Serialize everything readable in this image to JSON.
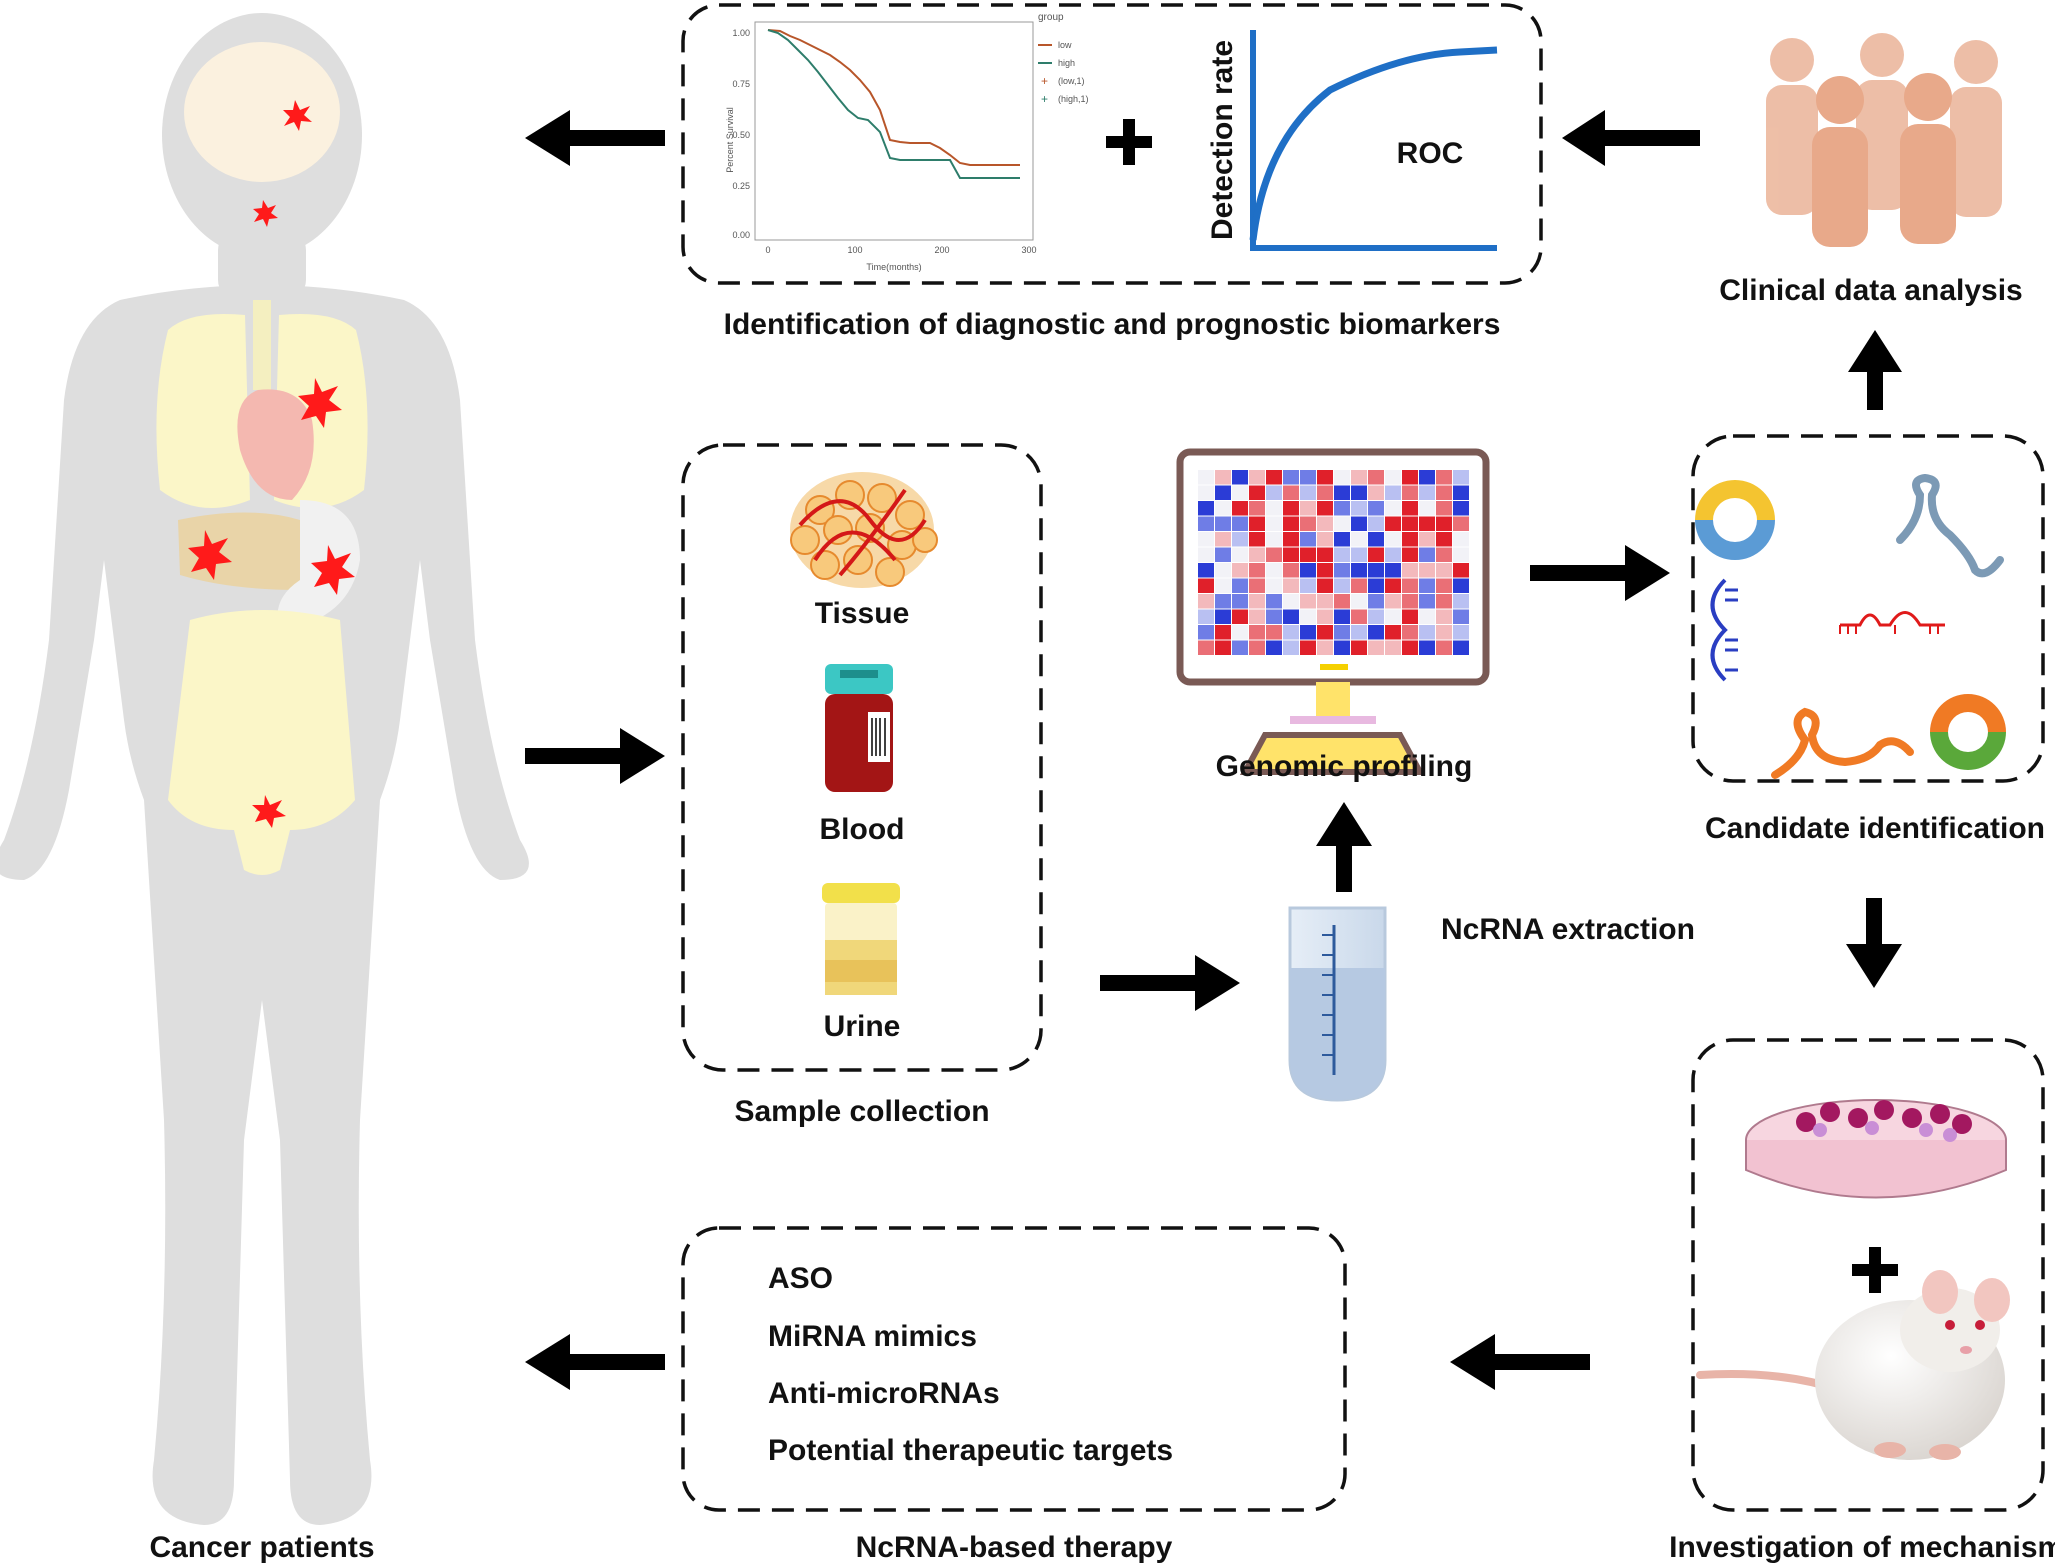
{
  "labels": {
    "cancer_patients": "Cancer patients",
    "biomarkers": "Identification of diagnostic and prognostic biomarkers",
    "clinical": "Clinical data analysis",
    "sample_collection": "Sample collection",
    "genomic": "Genomic profiling",
    "candidate": "Candidate identification",
    "extraction": "NcRNA extraction",
    "mechanisms": "Investigation of mechanisms",
    "therapy": "NcRNA-based therapy"
  },
  "samples": {
    "tissue": "Tissue",
    "blood": "Blood",
    "urine": "Urine"
  },
  "therapy_items": [
    "ASO",
    "MiRNA mimics",
    "Anti-microRNAs",
    "Potential therapeutic targets"
  ],
  "roc": {
    "ylabel": "Detection rate",
    "label": "ROC"
  },
  "km_plot": {
    "ylabel": "Percent Survival",
    "xlabel": "Time(months)",
    "legend_title": "group",
    "legend": [
      "low",
      "high",
      "(low,1)",
      "(high,1)"
    ],
    "yticks": [
      "1.00",
      "0.75",
      "0.50",
      "0.25",
      "0.00"
    ],
    "xticks": [
      "0",
      "100",
      "200",
      "300"
    ]
  },
  "colors": {
    "arrow": "#000000",
    "km_low": "#b8562a",
    "km_high": "#2e7d6b",
    "roc": "#1f6fc6",
    "tumor": "#ff1a1a",
    "body": "#dcdcdc"
  }
}
